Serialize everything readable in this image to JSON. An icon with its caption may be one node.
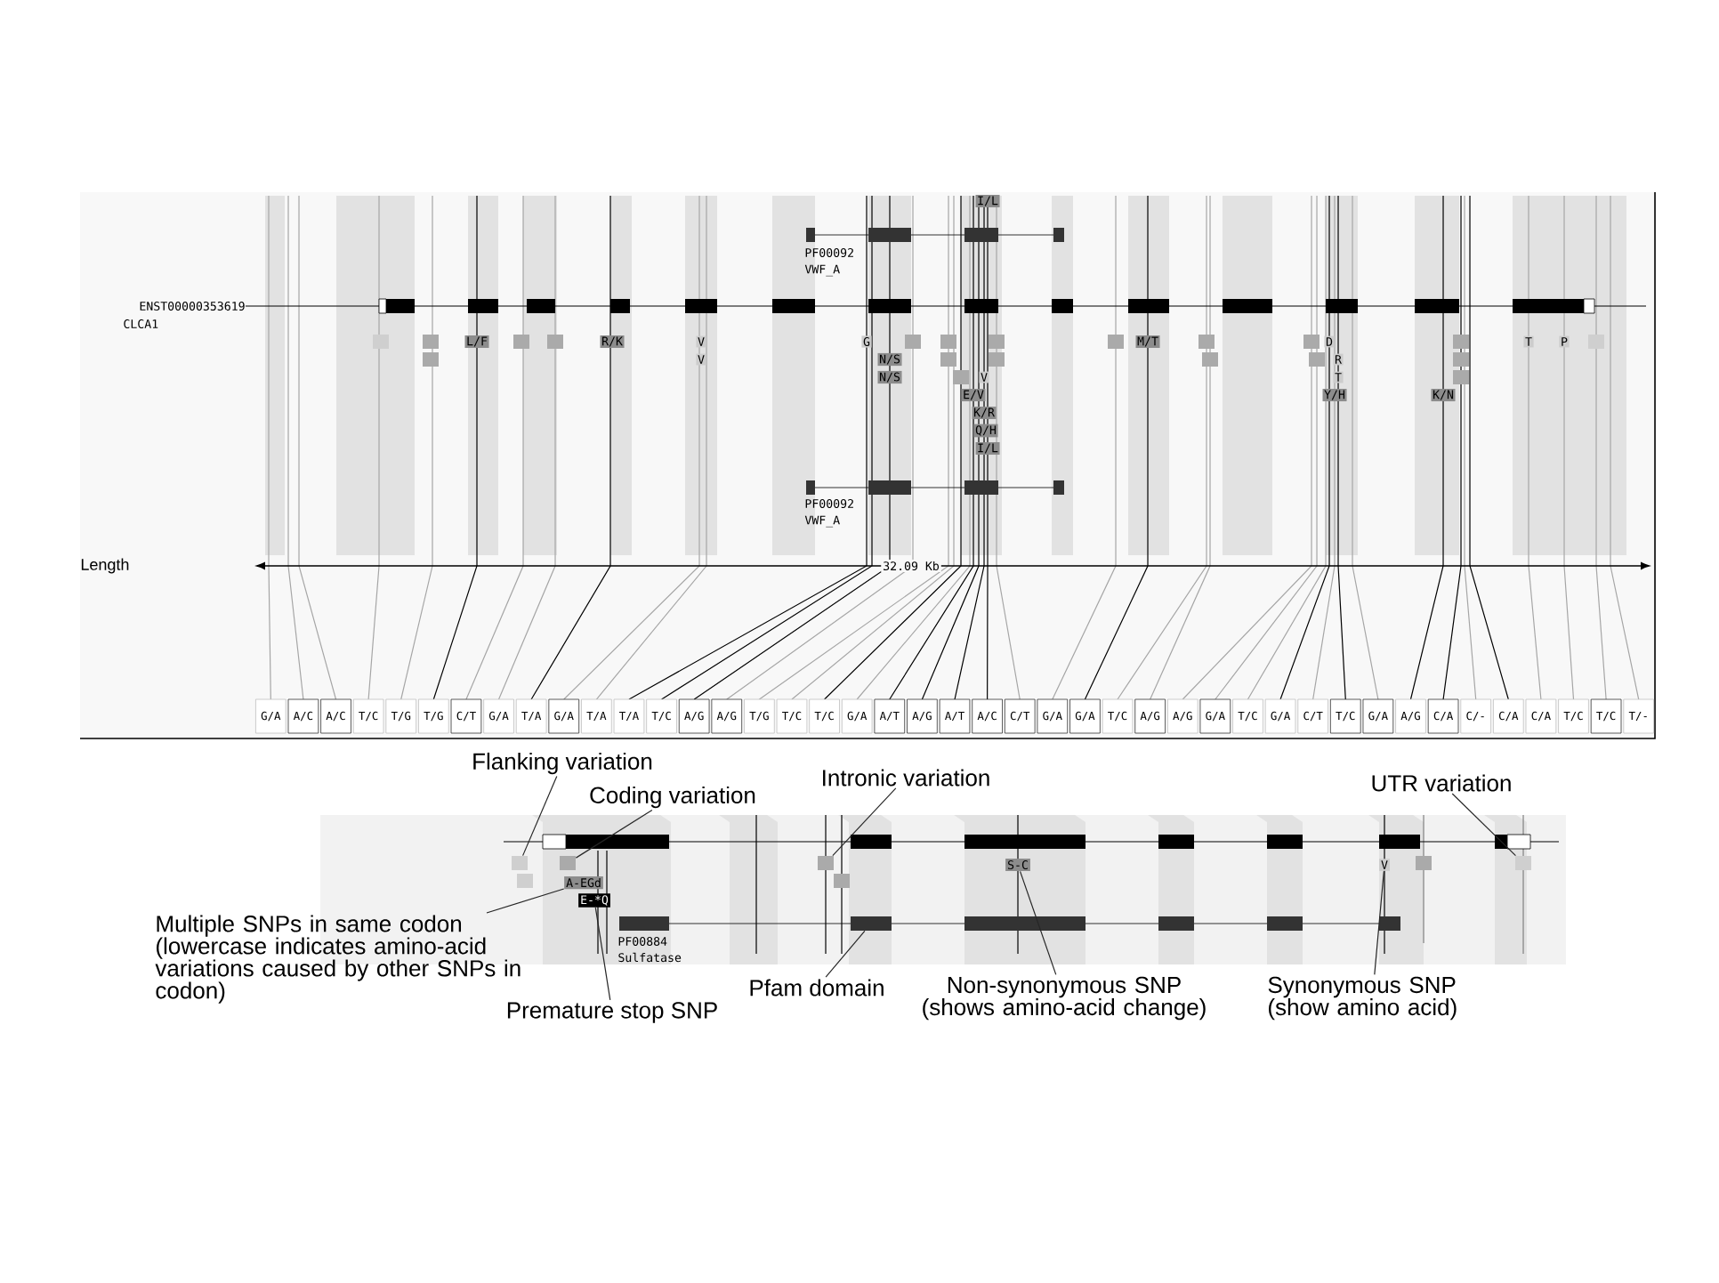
{
  "diagram": {
    "nodes": [
      {
        "text": [
          "Flanking variation"
        ]
      },
      {
        "text": [
          "Coding variation"
        ]
      },
      {
        "text": [
          "Intronic variation"
        ]
      },
      {
        "text": [
          "UTR variation"
        ]
      },
      {
        "text": [],
        "shape": "box"
      },
      {
        "text": [],
        "shape": "box"
      },
      {
        "text": [
          "A-EGd"
        ]
      },
      {
        "text": [
          "E-*Q"
        ]
      },
      {
        "text": [],
        "shape": "box"
      },
      {
        "text": [],
        "shape": "bar"
      },
      {
        "text": [
          "S-C"
        ]
      },
      {
        "text": [
          "V"
        ]
      },
      {
        "text": [],
        "shape": "box"
      },
      {
        "text": [
          "Multiple SNPs in same codon (lowercase indicates amino-acid variations caused by other SNPs in codon)"
        ]
      },
      {
        "text": [
          "Premature stop SNP"
        ]
      },
      {
        "text": [
          "Pfam domain"
        ]
      },
      {
        "text": [
          "Non-synonymous SNP (shows amino-acid change)"
        ]
      },
      {
        "text": [
          "Synonymous SNP (show amino acid)"
        ]
      }
    ],
    "edges": [
      {
        "from": 0,
        "to": 4,
        "arrow": "none"
      },
      {
        "from": 1,
        "to": 5,
        "arrow": "none"
      },
      {
        "from": 2,
        "to": 8,
        "arrow": "none"
      },
      {
        "from": 3,
        "to": 12,
        "arrow": "none"
      },
      {
        "from": 13,
        "to": 6,
        "arrow": "none"
      },
      {
        "from": 14,
        "to": 7,
        "arrow": "none"
      },
      {
        "from": 15,
        "to": 9,
        "arrow": "none"
      },
      {
        "from": 16,
        "to": 10,
        "arrow": "none"
      },
      {
        "from": 17,
        "to": 11,
        "arrow": "none"
      }
    ],
    "labels": [
      "I/L",
      "PF00092",
      "VWF_A",
      "ENST00000353619",
      "CLCA1",
      "L/F",
      "R/K",
      "V",
      "G",
      "M/T",
      "D",
      "T",
      "P",
      "V",
      "N/S",
      "R",
      "N/S",
      "V",
      "T",
      "E/V",
      "Y/H",
      "K/N",
      "K/R",
      "Q/H",
      "I/L",
      "PF00092",
      "VWF_A",
      "Length",
      "32.09 Kb",
      "G/A",
      "A/C",
      "A/C",
      "T/C",
      "T/G",
      "T/G",
      "C/T",
      "G/A",
      "T/A",
      "G/A",
      "T/A",
      "T/A",
      "T/C",
      "A/G",
      "A/G",
      "T/G",
      "T/C",
      "T/C",
      "G/A",
      "A/T",
      "A/G",
      "A/T",
      "A/C",
      "C/T",
      "G/A",
      "G/A",
      "T/C",
      "A/G",
      "A/G",
      "G/A",
      "T/C",
      "G/A",
      "C/T",
      "T/C",
      "G/A",
      "A/G",
      "C/A",
      "C/-",
      "C/A",
      "C/A",
      "T/C",
      "T/C",
      "T/-",
      "PF00884",
      "Sulfatase"
    ]
  }
}
